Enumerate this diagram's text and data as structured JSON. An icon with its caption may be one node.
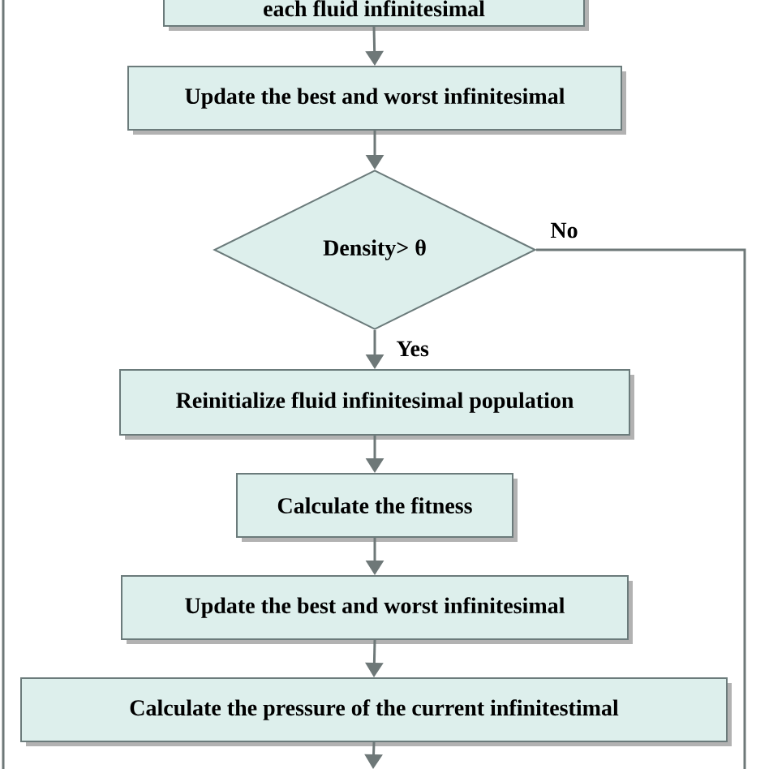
{
  "diagram": {
    "nodes": [
      {
        "text": [
          "each fluid infinitesimal"
        ]
      },
      {
        "text": [
          "Update the best and worst infinitesimal"
        ]
      },
      {
        "text": [
          "Density> θ"
        ]
      },
      {
        "text": [
          "Reinitialize fluid infinitesimal population"
        ]
      },
      {
        "text": [
          "Calculate the fitness"
        ]
      },
      {
        "text": [
          "Update the best and worst infinitesimal"
        ]
      },
      {
        "text": [
          "Calculate the pressure of the current infinitestimal"
        ]
      }
    ],
    "edges": [
      {
        "from": 0,
        "to": 1,
        "arrow": "to"
      },
      {
        "from": 1,
        "to": 2,
        "arrow": "to"
      },
      {
        "from": 2,
        "to": 3,
        "arrow": "to",
        "label": "Yes"
      },
      {
        "from": 2,
        "to": null,
        "arrow": "none",
        "label": "No"
      },
      {
        "from": 3,
        "to": 4,
        "arrow": "to"
      },
      {
        "from": 4,
        "to": 5,
        "arrow": "to"
      },
      {
        "from": 5,
        "to": 6,
        "arrow": "to"
      },
      {
        "from": 6,
        "to": null,
        "arrow": "to"
      }
    ]
  }
}
